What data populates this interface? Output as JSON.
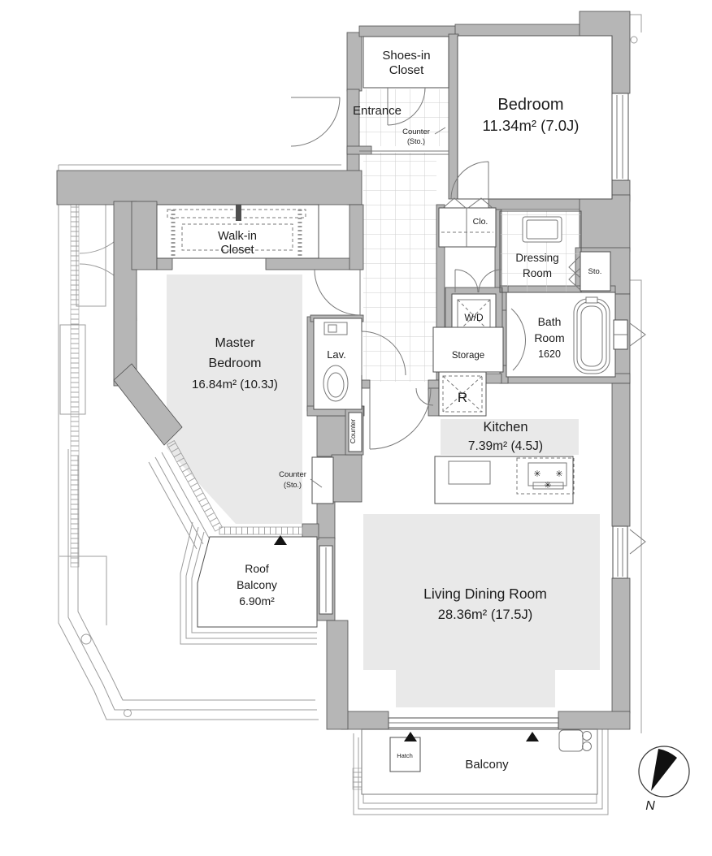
{
  "colors": {
    "wall": "#b6b6b6",
    "wall_stroke": "#4f4f4f",
    "carpet": "#e9e9e9",
    "outline": "#9c9c9c",
    "fixture": "#787878",
    "tile": "#cdcdcd",
    "marker": "#141414",
    "text": "#1c1c1c"
  },
  "icons": {
    "burner": "✳"
  },
  "compass": {
    "label": "N"
  },
  "rooms": {
    "shoes_in_closet": {
      "line1": "Shoes-in",
      "line2": "Closet"
    },
    "entrance": {
      "name": "Entrance"
    },
    "entrance_counter": {
      "line1": "Counter",
      "line2": "(Sto.)"
    },
    "bedroom": {
      "name": "Bedroom",
      "area": "11.34m² (7.0J)"
    },
    "walk_in_closet": {
      "line1": "Walk-in",
      "line2": "Closet"
    },
    "closet": {
      "name": "Clo."
    },
    "dressing_room": {
      "line1": "Dressing",
      "line2": "Room"
    },
    "storage_small": {
      "name": "Sto."
    },
    "washer_dryer": {
      "name": "W/D"
    },
    "bath_room": {
      "line1": "Bath",
      "line2": "Room",
      "size_label": "1620"
    },
    "storage": {
      "name": "Storage"
    },
    "refrigerator": {
      "name": "R"
    },
    "kitchen": {
      "name": "Kitchen",
      "area": "7.39m² (4.5J)"
    },
    "lavatory": {
      "name": "Lav."
    },
    "hall_counter": {
      "name": "Counter"
    },
    "master_counter": {
      "line1": "Counter",
      "line2": "(Sto.)"
    },
    "master_bedroom": {
      "line1": "Master",
      "line2": "Bedroom",
      "area": "16.84m² (10.3J)"
    },
    "roof_balcony": {
      "line1": "Roof",
      "line2": "Balcony",
      "area": "6.90m²"
    },
    "living_dining_room": {
      "name": "Living Dining Room",
      "area": "28.36m² (17.5J)"
    },
    "hatch": {
      "name": "Hatch"
    },
    "balcony": {
      "name": "Balcony"
    }
  }
}
